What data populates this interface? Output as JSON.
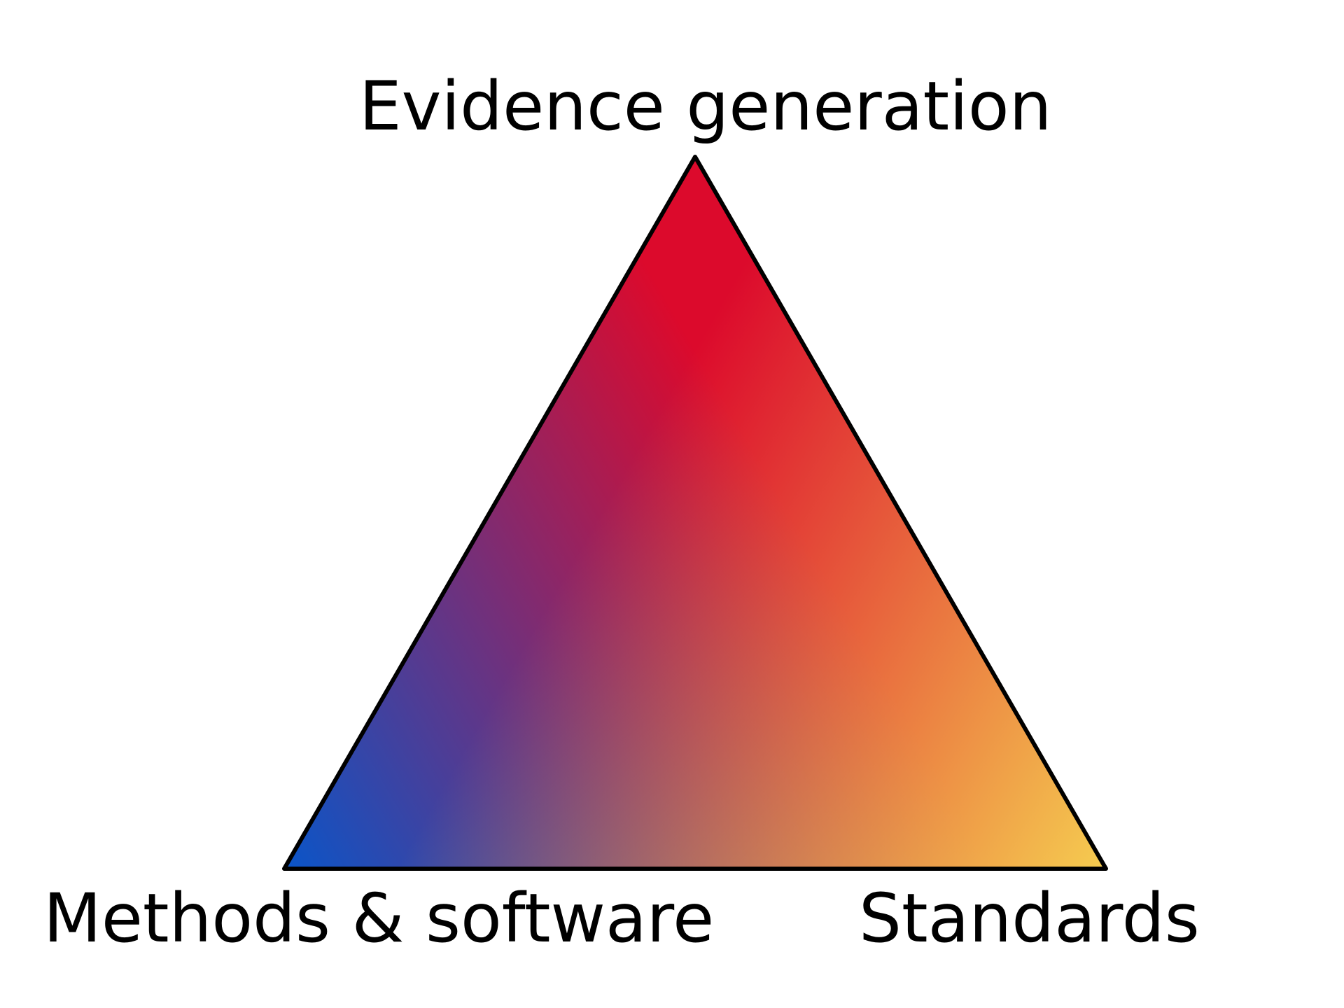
{
  "diagram": {
    "type": "ternary-triangle",
    "vertices": {
      "top": {
        "label": "Evidence generation",
        "color": "#DC0A2C"
      },
      "bottom_left": {
        "label": "Methods & software",
        "color": "#0A55C8"
      },
      "bottom_right": {
        "label": "Standards",
        "color": "#F5CC50"
      }
    },
    "outline_color": "#000000"
  }
}
